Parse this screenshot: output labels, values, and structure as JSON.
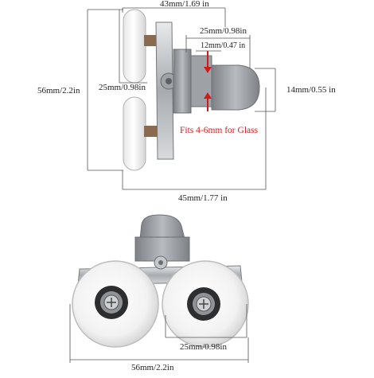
{
  "dimensions": {
    "top_width": "43mm/1.69 in",
    "wheel_diameter_top": "25mm/0.98in",
    "stem_width": "12mm/0.47 in",
    "total_height": "56mm/2.2in",
    "wheel_diameter_side": "25mm/0.98in",
    "stem_height": "14mm/0.55 in",
    "depth": "45mm/1.77 in",
    "wheel_span_bottom": "25mm/0.98in",
    "total_width_bottom": "56mm/2.2in"
  },
  "glass_note": "Fits 4-6mm for Glass",
  "colors": {
    "accent_red": "#d11a1a",
    "dimension_line": "#555555",
    "wheel_white": "#f4f4f4",
    "housing_grey": "#8e9295",
    "plastic_grey": "#a9adb1",
    "metal": "#c7cacd"
  }
}
